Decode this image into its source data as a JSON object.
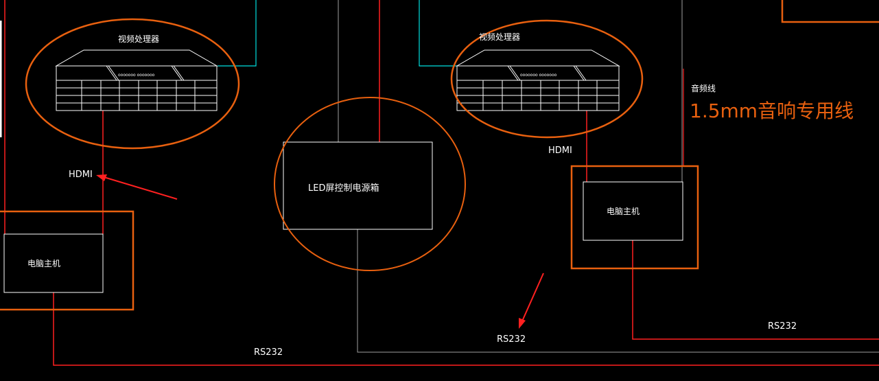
{
  "labels": {
    "processor_left": "视频处理器",
    "processor_right": "视频处理器",
    "hdmi_left": "HDMI",
    "hdmi_right": "HDMI",
    "pc_left": "电脑主机",
    "pc_right": "电脑主机",
    "led_box": "LED屏控制电源箱",
    "rs232_bottom": "RS232",
    "rs232_middle": "RS232",
    "rs232_right": "RS232",
    "audio_line": "音频线",
    "audio_note": "1.5mm音响专用线"
  },
  "colors": {
    "background": "#000000",
    "highlight": "#e8600f",
    "wire_red": "#ff2020",
    "wire_cyan": "#00e0e0",
    "wire_gray": "#a0a0a0"
  }
}
